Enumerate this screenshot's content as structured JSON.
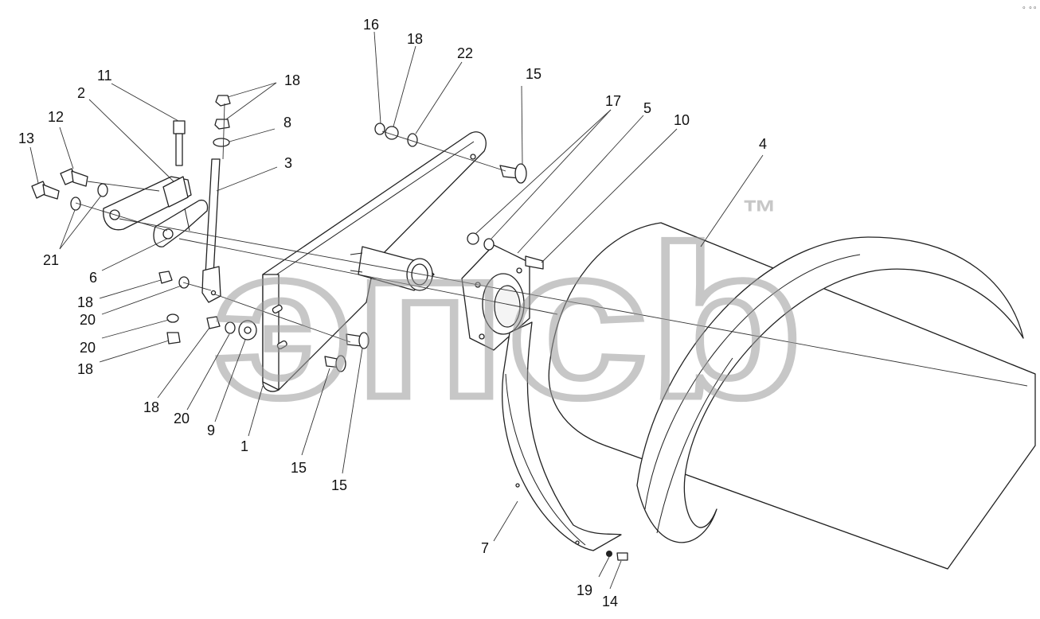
{
  "watermark": {
    "text": "эпсb",
    "mark": "™",
    "color": "#9a9a9a"
  },
  "corner_mark": "∘ ∘∘",
  "callouts": [
    {
      "id": "c1",
      "label": "1"
    },
    {
      "id": "c2",
      "label": "2"
    },
    {
      "id": "c3",
      "label": "3"
    },
    {
      "id": "c4",
      "label": "4"
    },
    {
      "id": "c5",
      "label": "5"
    },
    {
      "id": "c6",
      "label": "6"
    },
    {
      "id": "c7",
      "label": "7"
    },
    {
      "id": "c8",
      "label": "8"
    },
    {
      "id": "c9",
      "label": "9"
    },
    {
      "id": "c10",
      "label": "10"
    },
    {
      "id": "c11",
      "label": "11"
    },
    {
      "id": "c12",
      "label": "12"
    },
    {
      "id": "c13",
      "label": "13"
    },
    {
      "id": "c14",
      "label": "14"
    },
    {
      "id": "c15a",
      "label": "15"
    },
    {
      "id": "c15b",
      "label": "15"
    },
    {
      "id": "c15c",
      "label": "15"
    },
    {
      "id": "c16",
      "label": "16"
    },
    {
      "id": "c17",
      "label": "17"
    },
    {
      "id": "c18a",
      "label": "18"
    },
    {
      "id": "c18b",
      "label": "18"
    },
    {
      "id": "c18c",
      "label": "18"
    },
    {
      "id": "c18d",
      "label": "18"
    },
    {
      "id": "c18e",
      "label": "18"
    },
    {
      "id": "c19",
      "label": "19"
    },
    {
      "id": "c20a",
      "label": "20"
    },
    {
      "id": "c20b",
      "label": "20"
    },
    {
      "id": "c20c",
      "label": "20"
    },
    {
      "id": "c21",
      "label": "21"
    },
    {
      "id": "c22",
      "label": "22"
    }
  ]
}
